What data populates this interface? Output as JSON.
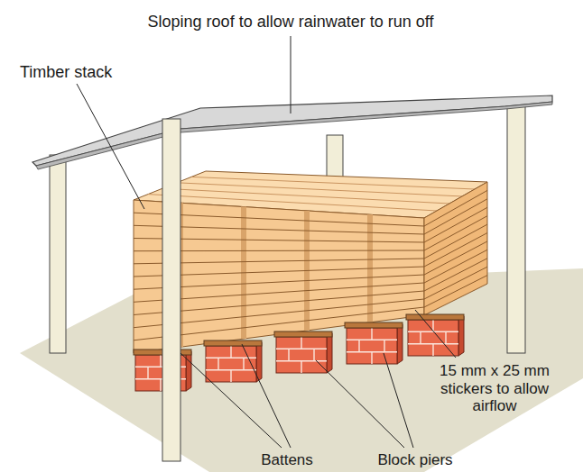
{
  "diagram": {
    "labels": [
      "Sloping roof to allow rainwater to run off",
      "Timber stack",
      "15 mm x 25 mm stickers to allow airflow",
      "Battens",
      "Block piers"
    ]
  }
}
